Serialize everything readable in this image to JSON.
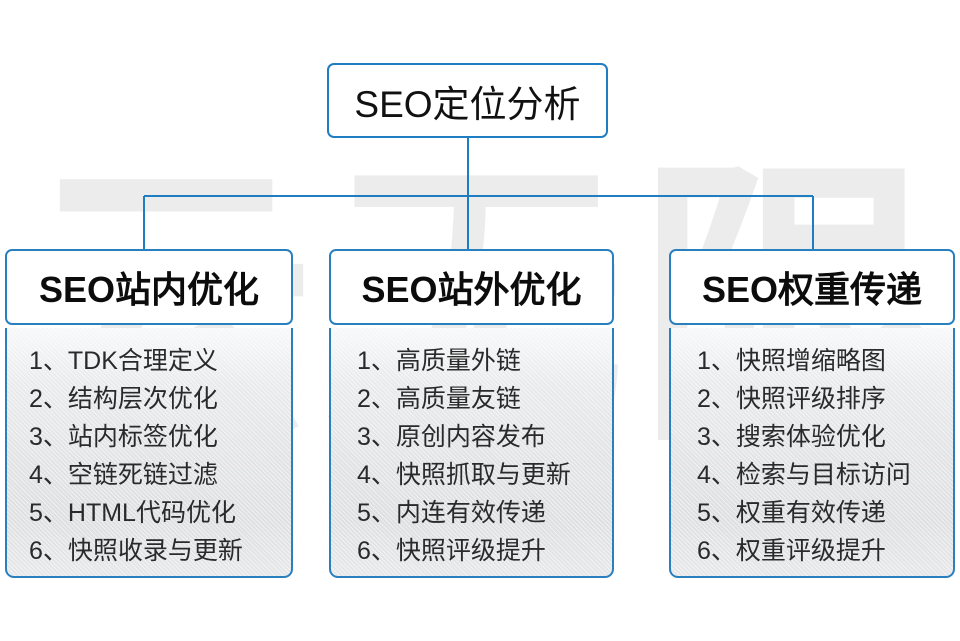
{
  "diagram": {
    "title": "SEO定位分析",
    "watermark": "云无限",
    "accent_color": "#1f7ec2",
    "border_color": "#2a7fbe",
    "text_color": "#111111",
    "item_text_color": "#2a2a2a",
    "background_color": "#ffffff"
  },
  "root": {
    "label": "SEO定位分析"
  },
  "columns": [
    {
      "header": "SEO站内优化",
      "items": [
        {
          "num": "1、",
          "text": "TDK合理定义"
        },
        {
          "num": "2、",
          "text": "结构层次优化"
        },
        {
          "num": "3、",
          "text": "站内标签优化"
        },
        {
          "num": "4、",
          "text": "空链死链过滤"
        },
        {
          "num": "5、",
          "text": "HTML代码优化"
        },
        {
          "num": "6、",
          "text": "快照收录与更新"
        }
      ]
    },
    {
      "header": "SEO站外优化",
      "items": [
        {
          "num": "1、",
          "text": "高质量外链"
        },
        {
          "num": "2、",
          "text": "高质量友链"
        },
        {
          "num": "3、",
          "text": "原创内容发布"
        },
        {
          "num": "4、",
          "text": "快照抓取与更新"
        },
        {
          "num": "5、",
          "text": "内连有效传递"
        },
        {
          "num": "6、",
          "text": "快照评级提升"
        }
      ]
    },
    {
      "header": "SEO权重传递",
      "items": [
        {
          "num": "1、",
          "text": "快照增缩略图"
        },
        {
          "num": "2、",
          "text": "快照评级排序"
        },
        {
          "num": "3、",
          "text": "搜索体验优化"
        },
        {
          "num": "4、",
          "text": "检索与目标访问"
        },
        {
          "num": "5、",
          "text": "权重有效传递"
        },
        {
          "num": "6、",
          "text": "权重评级提升"
        }
      ]
    }
  ]
}
